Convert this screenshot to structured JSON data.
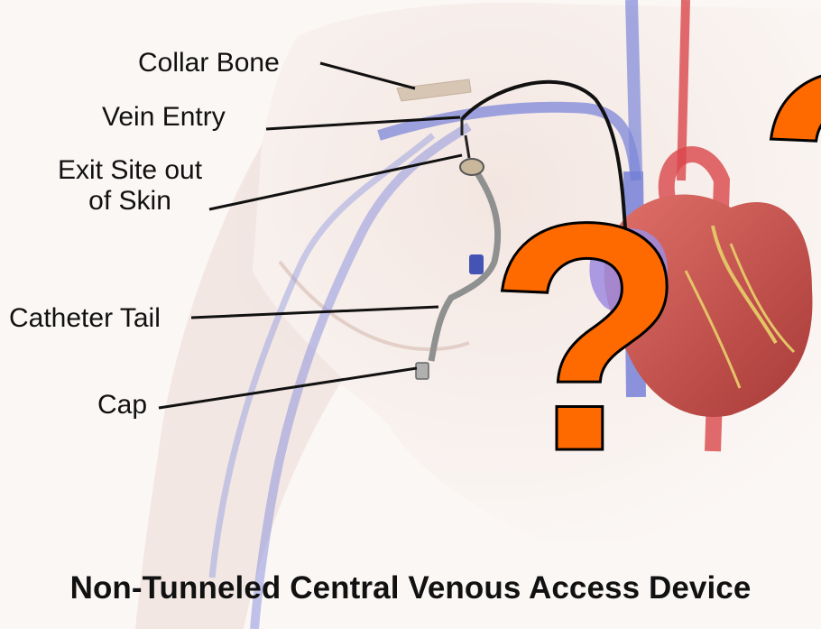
{
  "labels": {
    "collar_bone": "Collar Bone",
    "vein_entry": "Vein Entry",
    "exit_site_line1": "Exit Site out",
    "exit_site_line2": "of Skin",
    "catheter_tail": "Catheter Tail",
    "cap": "Cap"
  },
  "title": "Non-Tunneled Central Venous Access Device",
  "overlay_symbol": "??",
  "colors": {
    "background": "#fbf7f5",
    "skin": "#efe1dc",
    "vein": "#7d87d8",
    "artery": "#d9464a",
    "heart": "#c9524d",
    "question_fill": "#ff6a00",
    "question_stroke": "#000000",
    "catheter": "#8f9090",
    "leader_line": "#111111"
  }
}
